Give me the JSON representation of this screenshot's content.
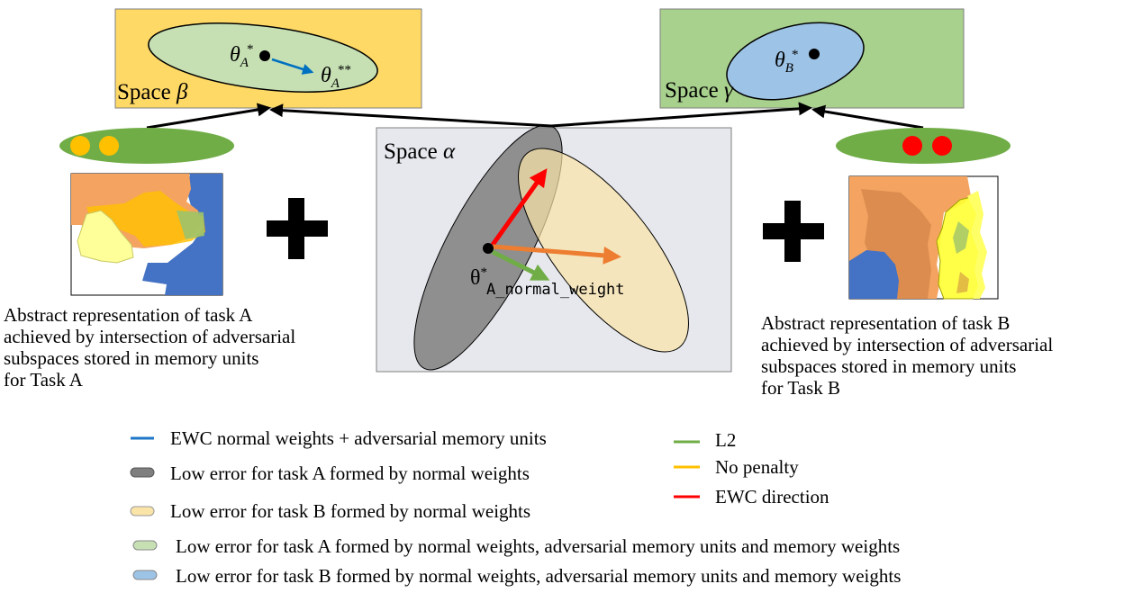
{
  "spaces": {
    "beta": {
      "label": "Space",
      "symbol": "β"
    },
    "gamma": {
      "label": "Space",
      "symbol": "γ"
    },
    "alpha": {
      "label": "Space",
      "symbol": "α"
    }
  },
  "params": {
    "theta": "θ",
    "sup_star": "*",
    "sup_star_star": "**",
    "sub_a": "A",
    "sub_b": "B",
    "sub_a_normal": "A_normal_weight"
  },
  "descriptions": {
    "task_a": [
      "Abstract representation of task A",
      "achieved by intersection of adversarial",
      "subspaces stored in memory units",
      "for Task A"
    ],
    "task_b": [
      "Abstract representation of task B",
      "achieved by intersection of adversarial",
      "subspaces stored in memory units",
      "for Task B"
    ]
  },
  "legend": [
    {
      "key": "ewc_memory",
      "label": "EWC normal weights + adversarial memory units",
      "color": "#1f77c8"
    },
    {
      "key": "low_a",
      "label": "Low error for task A formed by normal weights",
      "color": "#7f7f7f"
    },
    {
      "key": "low_b",
      "label": "Low error for task B formed by normal weights",
      "color": "#fbe4a8"
    },
    {
      "key": "low_a_mem",
      "label": "Low error for task A formed by normal weights, adversarial memory units and memory weights",
      "color": "#c6e0b4"
    },
    {
      "key": "low_b_mem",
      "label": "Low error for task B formed by normal weights, adversarial memory units and memory weights",
      "color": "#9dc3e6"
    }
  ],
  "legend2": [
    {
      "key": "l2",
      "label": "L2",
      "color": "#70ad47"
    },
    {
      "key": "no_penalty",
      "label": "No penalty",
      "color": "#ffc000"
    },
    {
      "key": "ewc_dir",
      "label": "EWC direction",
      "color": "#ff0000"
    }
  ],
  "colors": {
    "space_beta_bg": "#ffd966",
    "space_gamma_bg": "#a9d18e",
    "space_alpha_bg": "#e6e8ed",
    "memory_pill": "#70ad47",
    "dot_a": "#ffc000",
    "dot_b": "#ff0000",
    "arrow_red": "#ff0000",
    "arrow_orange": "#ed7d31",
    "arrow_green": "#70ad47",
    "arrow_blue": "#0070c0"
  }
}
